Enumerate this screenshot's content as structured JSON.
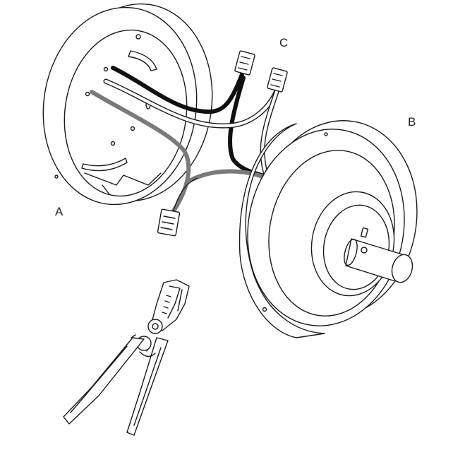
{
  "labels": {
    "a": "A",
    "b": "B",
    "c": "C"
  },
  "parts": [
    {
      "id": "a",
      "description_icon": "mounting-plate-icon"
    },
    {
      "id": "b",
      "description_icon": "motor-housing-icon"
    },
    {
      "id": "c",
      "description_icon": "wire-connector-icon"
    }
  ],
  "tool_icon": "wire-stripper-icon",
  "colors": {
    "line": "#1a1a1a",
    "wire_black": "#111111",
    "wire_gray": "#7a7a7a",
    "wire_white": "#ffffff",
    "background": "#ffffff"
  }
}
